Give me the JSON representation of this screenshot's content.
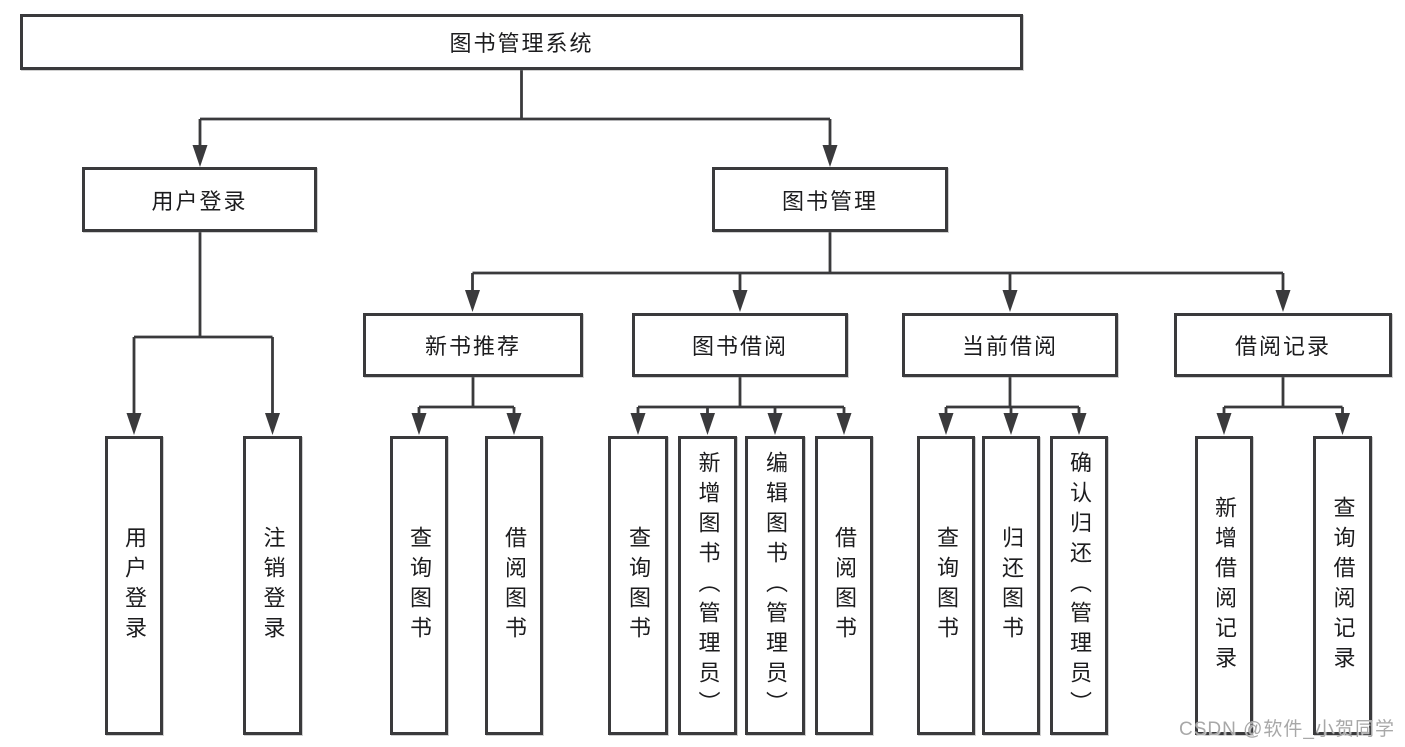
{
  "colors": {
    "line": "#3a3a3c",
    "box_border": "#3a3a3c",
    "box_fill": "#ffffff",
    "text": "#1c1c1e",
    "background": "#ffffff",
    "watermark": "#a8a8a8"
  },
  "watermark": {
    "text": "CSDN @软件_小贺同学"
  },
  "tree": {
    "label": "图书管理系统",
    "children": [
      {
        "label": "用户登录",
        "children": [
          {
            "label": "用户登录"
          },
          {
            "label": "注销登录"
          }
        ]
      },
      {
        "label": "图书管理",
        "children": [
          {
            "label": "新书推荐",
            "children": [
              {
                "label": "查询图书"
              },
              {
                "label": "借阅图书"
              }
            ]
          },
          {
            "label": "图书借阅",
            "children": [
              {
                "label": "查询图书"
              },
              {
                "label": "新增图书（管理员）"
              },
              {
                "label": "编辑图书（管理员）"
              },
              {
                "label": "借阅图书"
              }
            ]
          },
          {
            "label": "当前借阅",
            "children": [
              {
                "label": "查询图书"
              },
              {
                "label": "归还图书"
              },
              {
                "label": "确认归还（管理员）"
              }
            ]
          },
          {
            "label": "借阅记录",
            "children": [
              {
                "label": "新增借阅记录"
              },
              {
                "label": "查询借阅记录"
              }
            ]
          }
        ]
      }
    ]
  }
}
